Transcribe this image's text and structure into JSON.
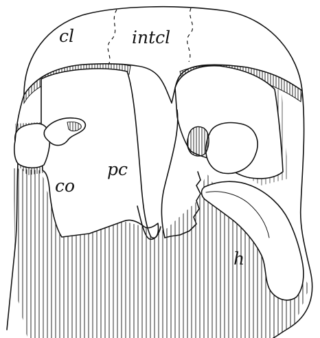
{
  "figure": {
    "labels": {
      "clavicle": "cl",
      "interclavicle": "intcl",
      "procoracoid": "pc",
      "coracoid": "co",
      "humerus": "h"
    }
  }
}
